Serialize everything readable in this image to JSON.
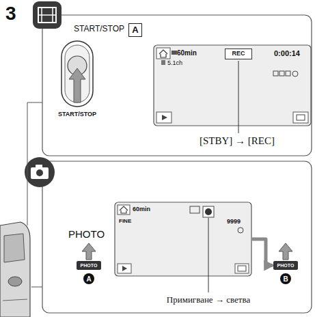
{
  "diagram": {
    "nodes": [
      {
        "text": [
          "A"
        ]
      },
      {
        "text": [
          "START/STOP"
        ]
      },
      {
        "text": [
          "60min",
          "0:00:14",
          "5.1ch"
        ]
      },
      {
        "text": [
          "REC"
        ],
        "in": 2
      },
      {
        "text": [
          "60min",
          "FINE",
          "9999"
        ]
      },
      {
        "text": [
          "PHOTO"
        ]
      },
      {
        "text": [
          "A"
        ]
      },
      {
        "text": [
          "PHOTO"
        ]
      },
      {
        "text": [
          "B"
        ]
      }
    ],
    "edges": [
      {
        "from": 4,
        "to": 7,
        "arrow": "to"
      }
    ],
    "labels": [
      "3",
      "START/STOP",
      "[STBY] → [REC]",
      "PHOTO",
      "Примигване → светва"
    ]
  }
}
